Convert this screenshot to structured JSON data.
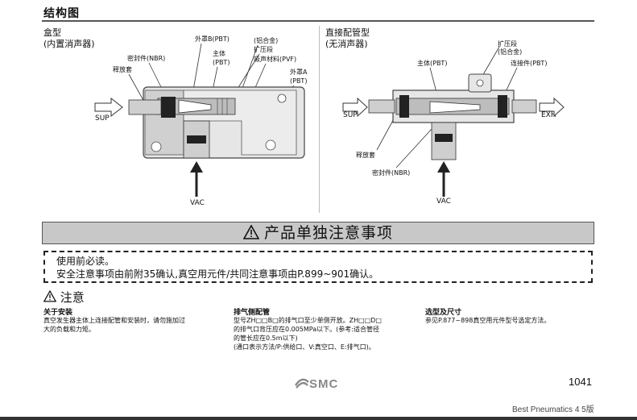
{
  "section": {
    "title": "结构图"
  },
  "left_diagram": {
    "title": "盒型",
    "subtitle": "(内置消声器)",
    "labels": {
      "outer_b": "外罩B(PBT)",
      "aluminum": "(铝合金)",
      "seal": "密封件(NBR)",
      "body": "主体",
      "body_material": "(PBT)",
      "diffuser": "扩压段",
      "absorber": "吸声材料(PVF)",
      "release": "释放套",
      "outer_a": "外罩A",
      "outer_a_material": "(PBT)",
      "sup": "SUP",
      "vac": "VAC"
    }
  },
  "right_diagram": {
    "title": "直接配管型",
    "subtitle": "(无消声器)",
    "labels": {
      "diffuser": "扩压段",
      "aluminum": "(铝合金)",
      "body": "主体(PBT)",
      "connector": "连接件(PBT)",
      "sup": "SUP",
      "exh": "EXH",
      "release": "释放套",
      "seal": "密封件(NBR)",
      "vac": "VAC"
    }
  },
  "banner": {
    "title": "产品单独注意事项"
  },
  "notice": {
    "line1": "使用前必读。",
    "line2": "安全注意事项由前附35确认,真空用元件/共同注意事项由P.899~901确认。"
  },
  "caution": {
    "title": "注意",
    "col1": {
      "title": "关于安装",
      "lines": [
        "真空发生器主体上连接配管和安装时，请勿施加过",
        "大的负载和力矩。"
      ]
    },
    "col2": {
      "title": "排气侧配管",
      "lines": [
        "型号ZH□□B□的排气口至少单侧开放。ZH□□D□",
        "的排气口背压应在0.005MPa以下。(参考:适合管径",
        "的管长应在0.5m以下)",
        "(通口表示方法/P:供给口、V:真空口、E:排气口)。"
      ]
    },
    "col3": {
      "title": "选型及尺寸",
      "lines": [
        "参见P.877~898真空用元件型号选定方法。"
      ]
    }
  },
  "footer": {
    "brand": "SMC",
    "page": "1041",
    "publication": "Best Pneumatics 4 5版"
  }
}
